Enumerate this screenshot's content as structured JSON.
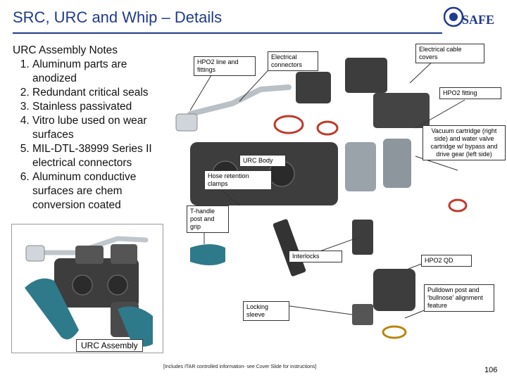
{
  "slide": {
    "title": "SRC, URC and Whip – Details",
    "page_number": "106",
    "footer_notice": "[Includes ITAR controlled information- see Cover Slide for instructions]"
  },
  "logo": {
    "text": "SAFE"
  },
  "notes": {
    "heading": "URC Assembly Notes",
    "items": [
      "Aluminum parts are anodized",
      "Redundant critical seals",
      "Stainless passivated",
      "Vitro lube used on wear surfaces",
      "MIL-DTL-38999 Series II electrical connectors",
      "Aluminum conductive surfaces are chem conversion coated"
    ]
  },
  "photo": {
    "caption": "URC Assembly"
  },
  "callouts": {
    "hpo2_line": "HPO2 line and fittings",
    "electrical_connectors": "Electrical connectors",
    "electrical_cable_covers": "Electrical cable covers",
    "hpo2_fitting": "HPO2 fitting",
    "vacuum_cartridge": "Vacuum cartridge (right side) and water valve cartridge w/ bypass and drive gear (left side)",
    "urc_body": "URC Body",
    "hose_retention": "Hose retention clamps",
    "t_handle": "T-handle post and grip",
    "interlocks": "Interlocks",
    "hpo2_qd": "HPO2 QD",
    "pulldown_post": "Pulldown post and ‘bullnose’ alignment feature",
    "locking_sleeve": "Locking sleeve"
  },
  "colors": {
    "title_blue": "#1f3b8c",
    "part_dark": "#3d3d3d",
    "seal_red": "#c0392b",
    "handle_teal": "#2f7a8a"
  }
}
